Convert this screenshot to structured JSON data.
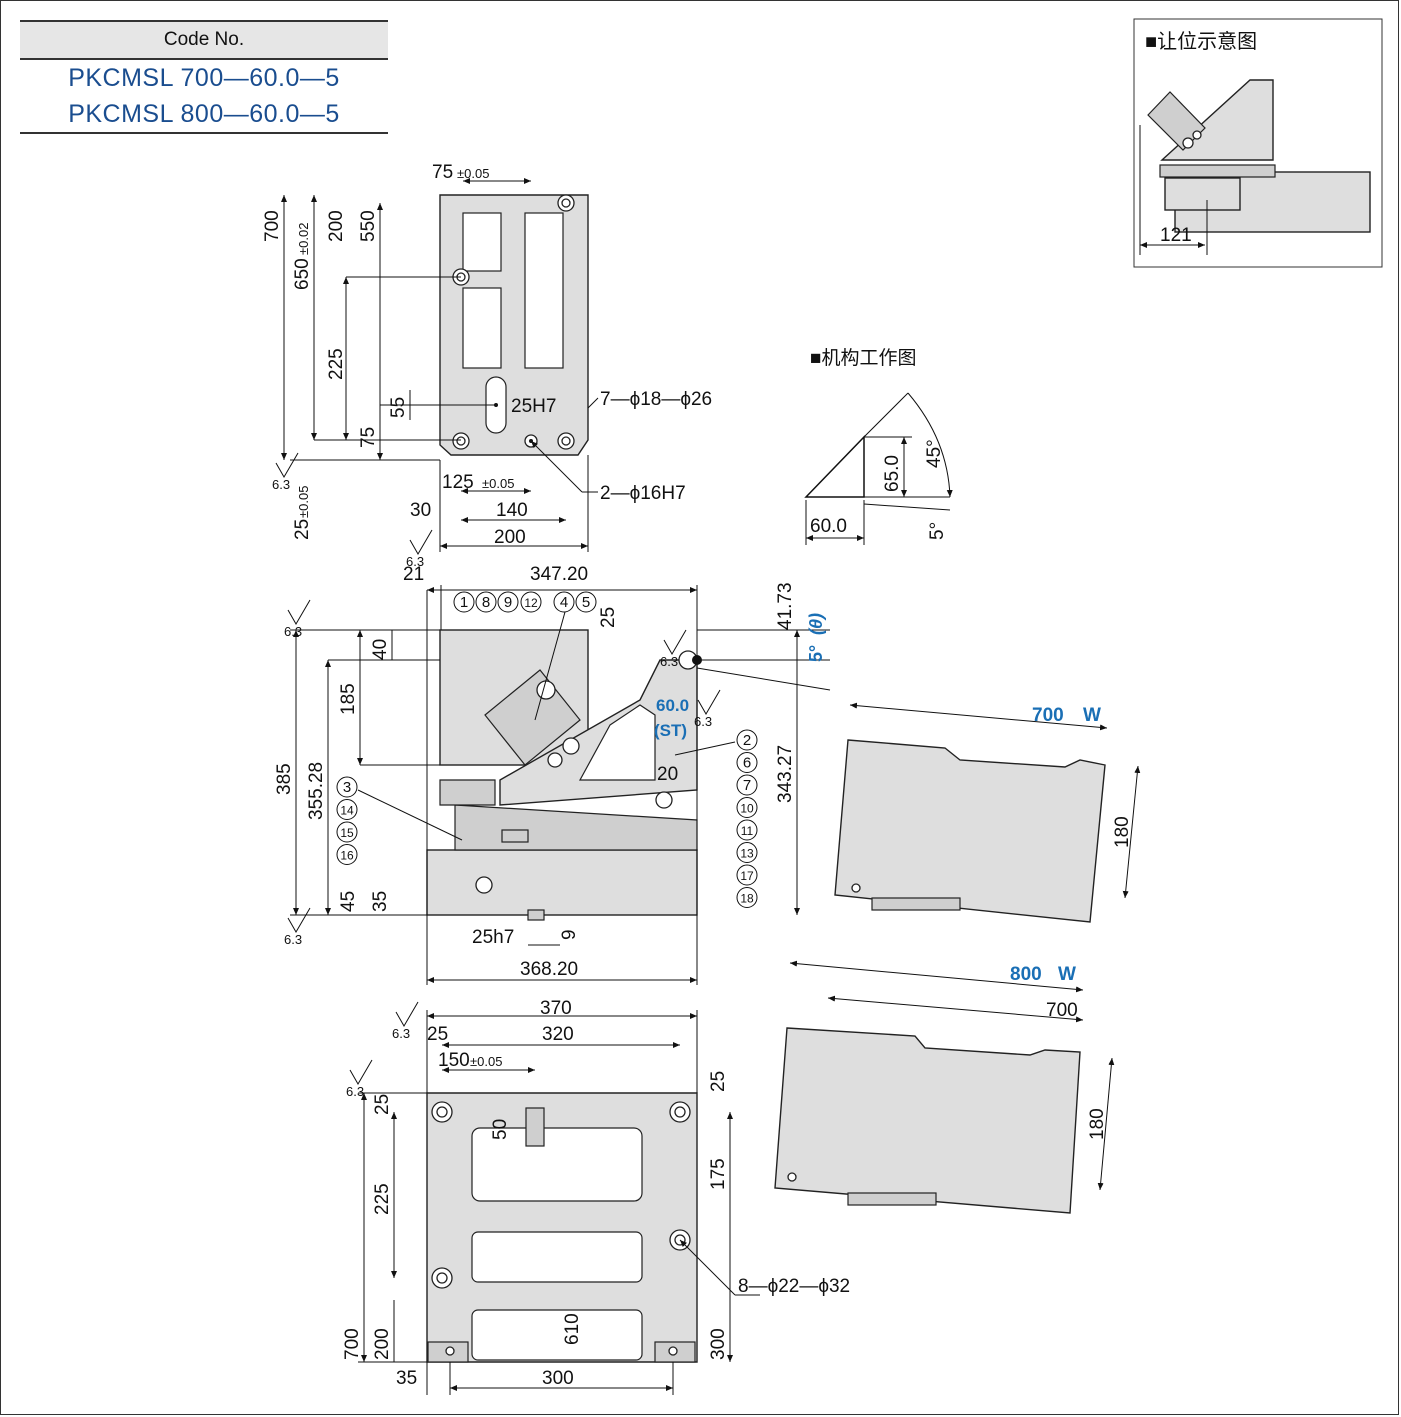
{
  "code_table": {
    "header": "Code No.",
    "codes": [
      "PKCMSL 700—60.0—5",
      "PKCMSL 800—60.0—5"
    ]
  },
  "clearance_view": {
    "title": "■让位示意图",
    "dim": "121"
  },
  "mechanism_view": {
    "title": "■机构工作图",
    "dims": {
      "stroke_h": "65.0",
      "base": "60.0",
      "angle_a": "45°",
      "angle_b": "5°"
    }
  },
  "top_view": {
    "dims": {
      "d75": "75",
      "d75_tol": "±0.05",
      "d700": "700",
      "d650": "650",
      "d650_tol": "±0.02",
      "d200": "200",
      "d550": "550",
      "d225": "225",
      "d55": "55",
      "d75b": "75",
      "d25": "25",
      "d25_tol": "±0.05",
      "d125": "125",
      "d125_tol": "±0.05",
      "d140": "140",
      "d30": "30",
      "d200b": "200"
    },
    "notes": {
      "slot": "25H7",
      "holes_a": "7—ϕ18—ϕ26",
      "holes_b": "2—ϕ16H7"
    }
  },
  "front_view": {
    "dims": {
      "d21": "21",
      "d347": "347.20",
      "d41": "41.73",
      "d25": "25",
      "d40": "40",
      "d185": "185",
      "d385": "385",
      "d355": "355.28",
      "d343": "343.27",
      "d45": "45",
      "d35": "35",
      "d20": "20",
      "d25h7": "25h7",
      "d9": "9",
      "d368": "368.20"
    },
    "angle_label": "5°",
    "angle_symbol": "(θ)",
    "stroke_label": "60.0",
    "stroke_symbol": "(ST)",
    "callouts_top": [
      "1",
      "8",
      "9",
      "12",
      "4",
      "5"
    ],
    "callouts_right": [
      "2",
      "6",
      "7",
      "10",
      "11",
      "13",
      "17",
      "18"
    ],
    "callouts_left": [
      "3",
      "14",
      "15",
      "16"
    ]
  },
  "bottom_view": {
    "dims": {
      "d370": "370",
      "d25": "25",
      "d320": "320",
      "d150": "150",
      "d150_tol": "±0.05",
      "d25r": "25",
      "d25l": "25",
      "d50": "50",
      "d225": "225",
      "d175": "175",
      "d700": "700",
      "d200": "200",
      "d610": "610",
      "d300r": "300",
      "d35": "35",
      "d300": "300"
    },
    "notes": {
      "holes": "8—ϕ22—ϕ32"
    }
  },
  "variant_700": {
    "width": "700",
    "w": "W",
    "height": "180"
  },
  "variant_800": {
    "width": "800",
    "w": "W",
    "inner": "700",
    "height": "180"
  },
  "roughness": "6.3"
}
